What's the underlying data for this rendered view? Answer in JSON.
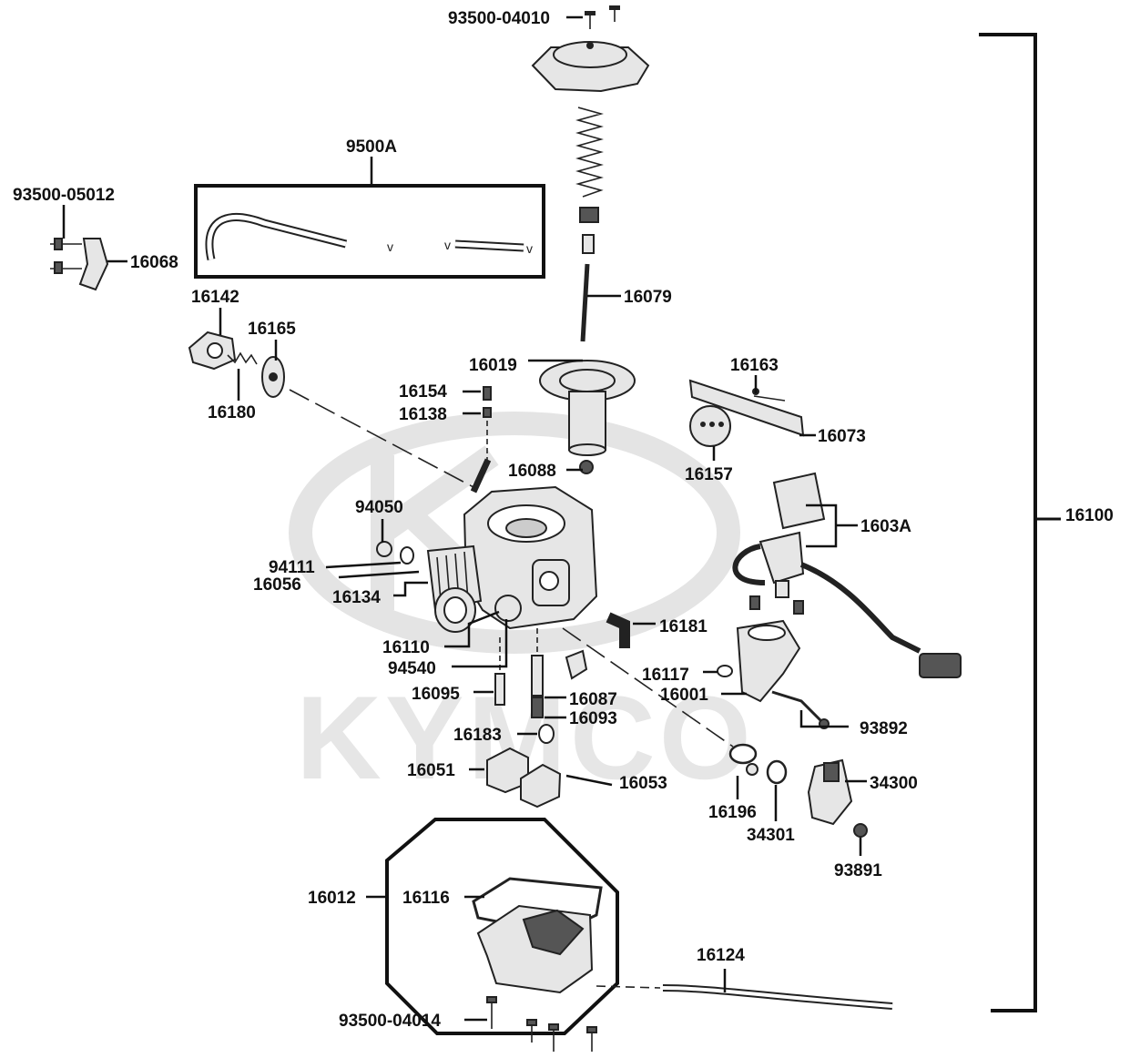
{
  "watermark": {
    "text": "KYMCO"
  },
  "labels": {
    "p93500_04010": "93500-04010",
    "p9500A": "9500A",
    "p93500_05012": "93500-05012",
    "p16068": "16068",
    "p16142": "16142",
    "p16165": "16165",
    "p16180": "16180",
    "p16079": "16079",
    "p16019": "16019",
    "p16154": "16154",
    "p16138": "16138",
    "p16088": "16088",
    "p16163": "16163",
    "p16073": "16073",
    "p16157": "16157",
    "p1603A": "1603A",
    "p16100": "16100",
    "p94050": "94050",
    "p94111": "94111",
    "p16056": "16056",
    "p16134": "16134",
    "p16181": "16181",
    "p16110": "16110",
    "p94540": "94540",
    "p16117": "16117",
    "p16001": "16001",
    "p16095": "16095",
    "p16087": "16087",
    "p16093": "16093",
    "p93892": "93892",
    "p16183": "16183",
    "p16051": "16051",
    "p16053": "16053",
    "p16196": "16196",
    "p34301": "34301",
    "p34300": "34300",
    "p93891": "93891",
    "p16012": "16012",
    "p16116": "16116",
    "p16124": "16124",
    "p93500_04014": "93500-04014"
  }
}
